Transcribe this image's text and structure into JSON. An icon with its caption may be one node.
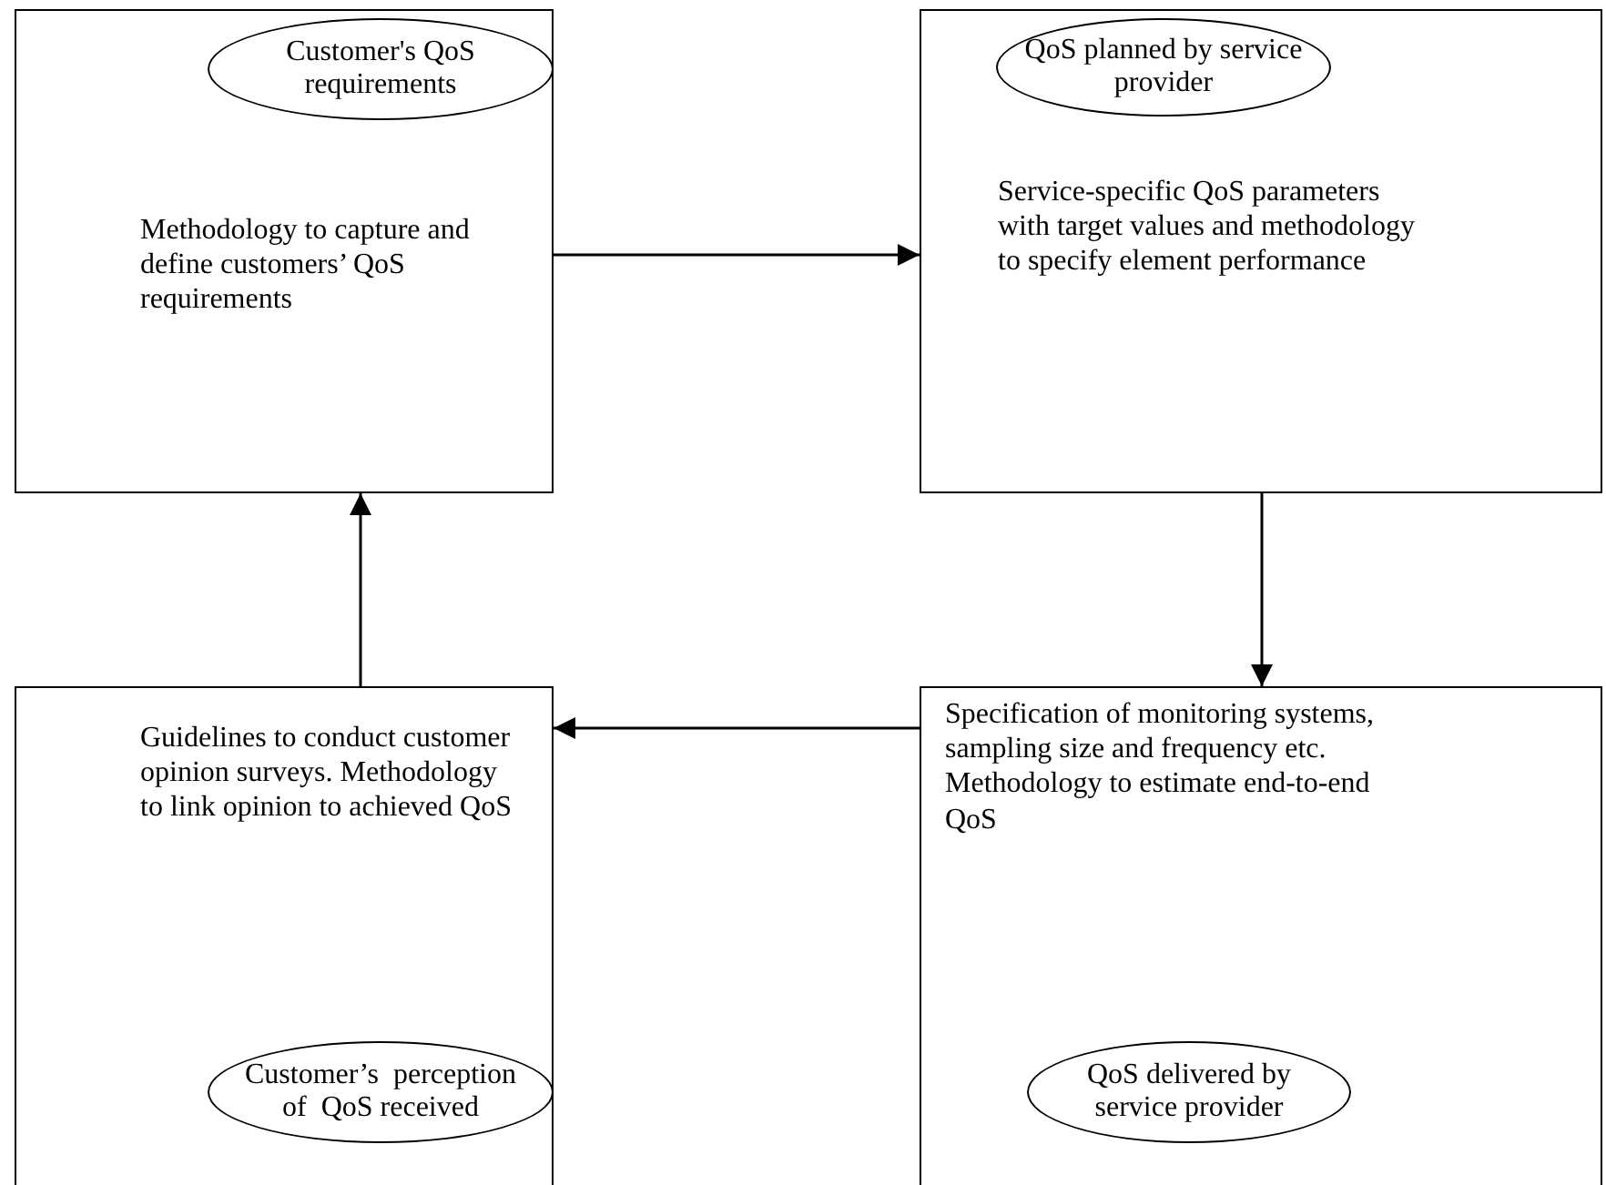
{
  "diagram": {
    "nodes": [
      {
        "text": [
          "Methodology to capture and define customers’ QoS requirements"
        ]
      },
      {
        "text": [
          "Customer's QoS requirements"
        ],
        "in": 0
      },
      {
        "text": [
          "Service-specific QoS parameters with target values and methodology to specify element performance"
        ]
      },
      {
        "text": [
          "QoS planned by service provider"
        ],
        "in": 2
      },
      {
        "text": [
          "Guidelines to conduct customer opinion surveys. Methodology to link opinion to achieved QoS"
        ]
      },
      {
        "text": [
          "Customer’s  perception of  QoS received"
        ],
        "in": 4
      },
      {
        "text": [
          "Specification of monitoring systems, sampling size and frequency etc. Methodology to estimate end-to-end QoS"
        ]
      },
      {
        "text": [
          "QoS delivered by service provider"
        ],
        "in": 6
      }
    ],
    "edges": [
      {
        "from": 0,
        "to": 2,
        "arrow": "to"
      },
      {
        "from": 2,
        "to": 6,
        "arrow": "to"
      },
      {
        "from": 6,
        "to": 4,
        "arrow": "to"
      },
      {
        "from": 4,
        "to": 0,
        "arrow": "to"
      }
    ]
  }
}
